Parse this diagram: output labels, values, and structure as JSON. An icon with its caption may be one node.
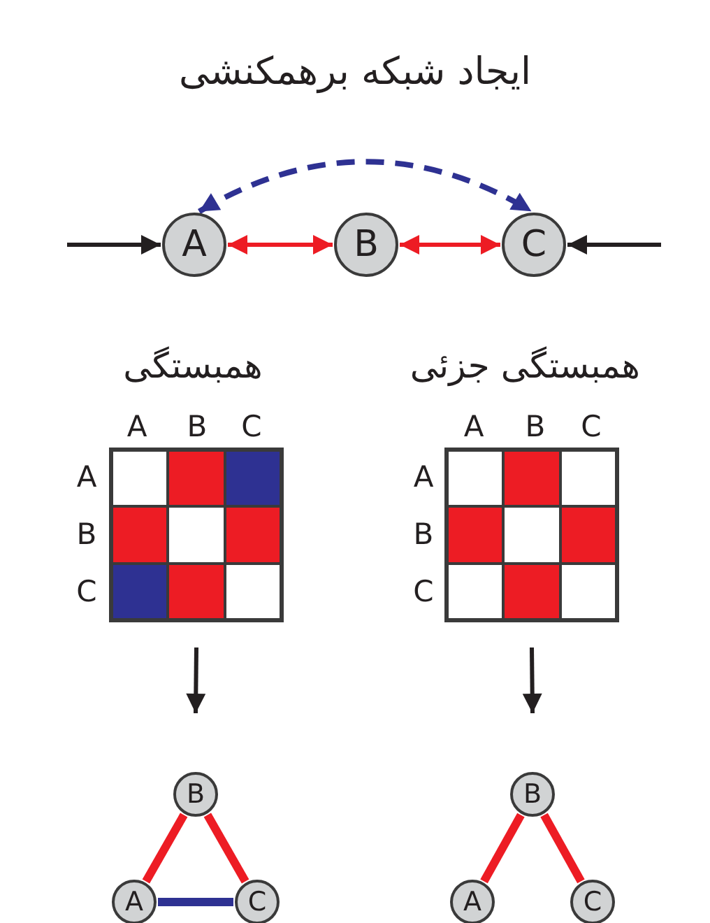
{
  "diagram": {
    "title": "ایجاد شبکه برهمکنشی",
    "nodes": [
      {
        "text": [
          "A"
        ]
      },
      {
        "text": [
          "B"
        ]
      },
      {
        "text": [
          "C"
        ]
      },
      {
        "text": [
          "همبستگی"
        ]
      },
      {
        "text": [
          "همبستگی جزئی"
        ]
      },
      {
        "text": [
          "B"
        ]
      },
      {
        "text": [
          "A"
        ]
      },
      {
        "text": [
          "C"
        ]
      },
      {
        "text": [
          "B"
        ]
      },
      {
        "text": [
          "A"
        ]
      },
      {
        "text": [
          "C"
        ]
      }
    ],
    "edges": [
      {
        "from": null,
        "to": 0,
        "arrow": "to",
        "color": "#231f20"
      },
      {
        "from": null,
        "to": 2,
        "arrow": "to",
        "color": "#231f20"
      },
      {
        "from": 0,
        "to": 1,
        "arrow": "both",
        "color": "#ed1c24"
      },
      {
        "from": 1,
        "to": 2,
        "arrow": "both",
        "color": "#ed1c24"
      },
      {
        "from": 0,
        "to": 2,
        "arrow": "both",
        "style": "dashed",
        "color": "#2e3192"
      },
      {
        "from": 3,
        "to": 5,
        "arrow": "to",
        "color": "#231f20"
      },
      {
        "from": 4,
        "to": 8,
        "arrow": "to",
        "color": "#231f20"
      },
      {
        "from": 5,
        "to": 6,
        "arrow": "none",
        "style": "thick",
        "color": "#ed1c24"
      },
      {
        "from": 5,
        "to": 7,
        "arrow": "none",
        "style": "thick",
        "color": "#ed1c24"
      },
      {
        "from": 6,
        "to": 7,
        "arrow": "none",
        "style": "thick",
        "color": "#2e3192"
      },
      {
        "from": 8,
        "to": 9,
        "arrow": "none",
        "style": "thick",
        "color": "#ed1c24"
      },
      {
        "from": 8,
        "to": 10,
        "arrow": "none",
        "style": "thick",
        "color": "#ed1c24"
      }
    ],
    "labels": [
      "A",
      "B",
      "C",
      "A",
      "B",
      "C",
      "A",
      "B",
      "C",
      "A",
      "B",
      "C"
    ]
  }
}
